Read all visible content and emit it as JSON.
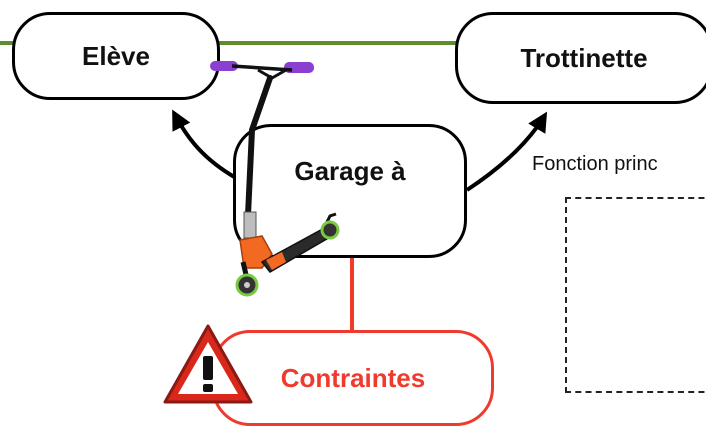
{
  "nodes": {
    "eleve": "Elève",
    "trottinette": "Trottinette",
    "garage": "Garage à",
    "contraintes": "Contraintes"
  },
  "fonction_principale_label": "Fonction princ",
  "colors": {
    "green_line": "#5f8c2d",
    "constraint_red": "#f03a2e",
    "stroke": "#000000",
    "scooter_orange": "#f26a21",
    "scooter_handle": "#8a3fd1",
    "scooter_wheel": "#7ac943"
  },
  "icons": [
    "warning-icon",
    "scooter-icon"
  ]
}
